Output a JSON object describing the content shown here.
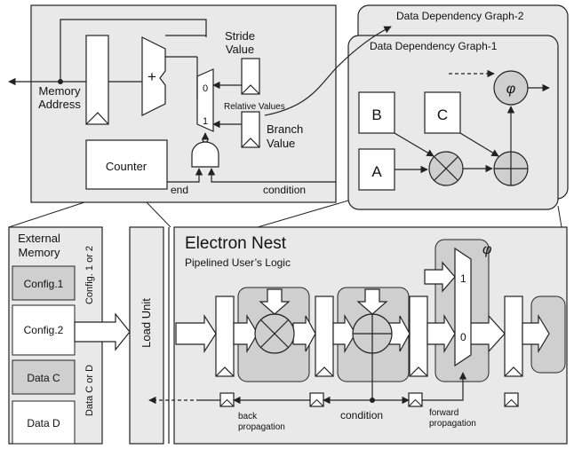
{
  "colors": {
    "panel_fill": "#e9e9e9",
    "box_fill": "#ffffff",
    "dark_fill": "#d0d0d0",
    "op_fill": "#cfcfcf",
    "stroke": "#222222"
  },
  "agu": {
    "memory_address": [
      "Memory",
      "Address"
    ],
    "plus": "+",
    "stride": [
      "Stride",
      "Value"
    ],
    "mux_0": "0",
    "mux_1": "1",
    "relative_values": "Relative Values",
    "branch": [
      "Branch",
      "Value"
    ],
    "counter": "Counter",
    "end": "end",
    "condition": "condition"
  },
  "ddg": {
    "title_2": "Data Dependency Graph-2",
    "title_1": "Data Dependency Graph-1",
    "node_b": "B",
    "node_c": "C",
    "node_a": "A",
    "phi": "φ"
  },
  "memory": {
    "title": [
      "External",
      "Memory"
    ],
    "config1": "Config.1",
    "config2": "Config.2",
    "data_c": "Data C",
    "data_d": "Data D",
    "config_select": "Config. 1 or 2",
    "data_select": "Data C or D"
  },
  "load_unit": "Load Unit",
  "nest": {
    "title": "Electron Nest",
    "subtitle": "Pipelined User’s Logic",
    "phi": "φ",
    "mux_1": "1",
    "mux_0": "0",
    "back": [
      "back",
      "propagation"
    ],
    "condition": "condition",
    "forward": [
      "forward",
      "propagation"
    ]
  }
}
